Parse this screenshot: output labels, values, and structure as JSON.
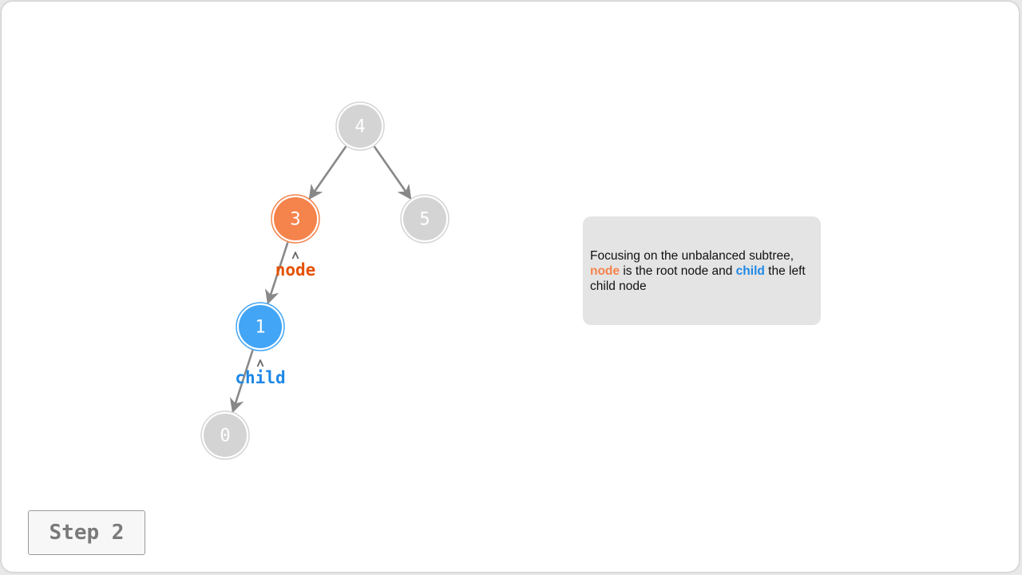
{
  "colors": {
    "node_default": "#d4d4d4",
    "node_highlight": "#f5834c",
    "node_child": "#42a5f5",
    "edge": "#888888",
    "pointer_node": "#e65100",
    "pointer_child": "#1e88e5"
  },
  "tree": {
    "nodes": [
      {
        "id": "n4",
        "label": "4",
        "state": "default"
      },
      {
        "id": "n3",
        "label": "3",
        "state": "highlight"
      },
      {
        "id": "n5",
        "label": "5",
        "state": "default"
      },
      {
        "id": "n1",
        "label": "1",
        "state": "child"
      },
      {
        "id": "n0",
        "label": "0",
        "state": "default"
      }
    ],
    "edges": [
      {
        "from": "n4",
        "to": "n3"
      },
      {
        "from": "n4",
        "to": "n5"
      },
      {
        "from": "n3",
        "to": "n1"
      },
      {
        "from": "n1",
        "to": "n0"
      }
    ],
    "pointers": [
      {
        "target": "n3",
        "label": "node",
        "color_key": "pointer_node"
      },
      {
        "target": "n1",
        "label": "child",
        "color_key": "pointer_child"
      }
    ]
  },
  "info": {
    "line1": "Focusing on the unbalanced subtree,",
    "hl_node": "node",
    "mid": " is the root node and ",
    "hl_child": "child",
    "tail": " the left child node"
  },
  "step": {
    "label": "Step 2"
  }
}
